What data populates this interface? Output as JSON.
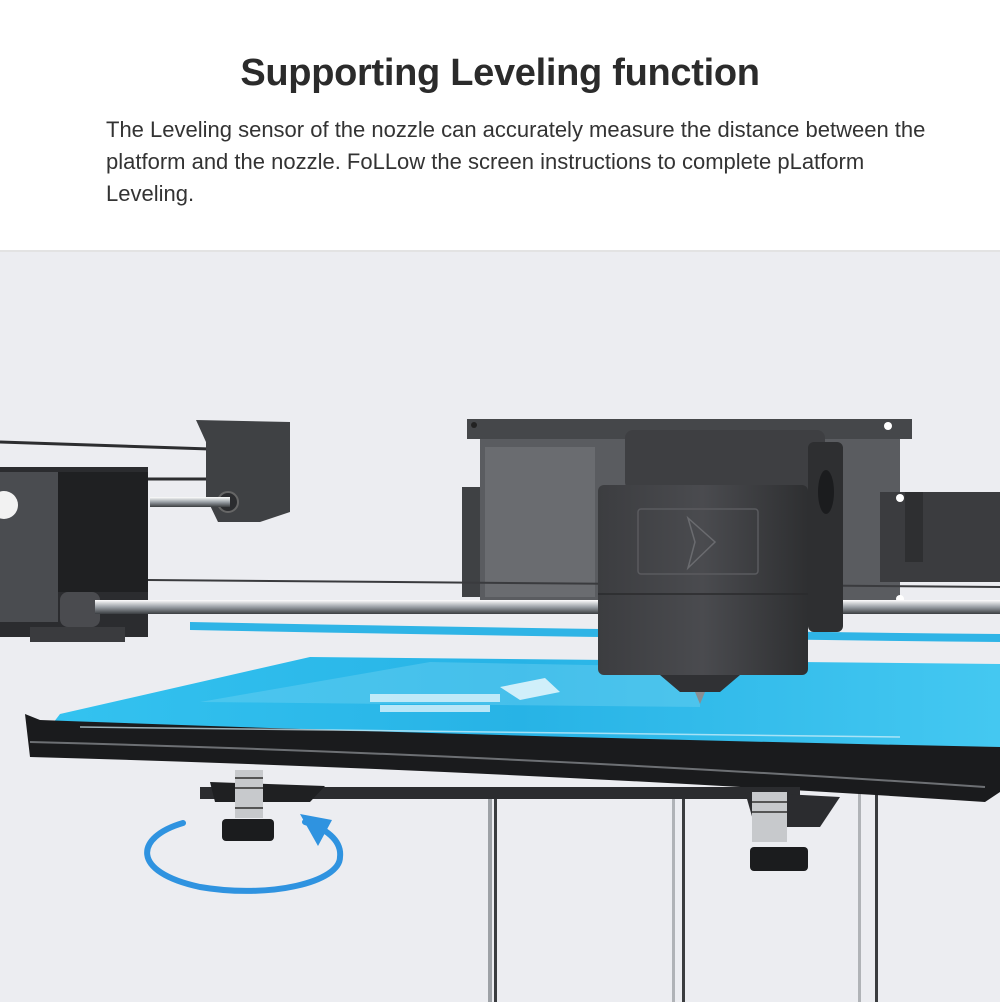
{
  "header": {
    "title": "Supporting Leveling function",
    "description": "The Leveling sensor of the nozzle can accurately measure the distance between the platform and the nozzle. FoLLow the screen instructions to complete pLatform Leveling."
  },
  "illustration": {
    "subject": "3D printer nozzle over heated print bed with leveling knobs",
    "bed_color": "#29b6e8",
    "arrow_color": "#2f93e0",
    "background_color": "#ecedf1",
    "icons": [
      "rotate-arrow-icon",
      "brand-logo-icon"
    ]
  }
}
